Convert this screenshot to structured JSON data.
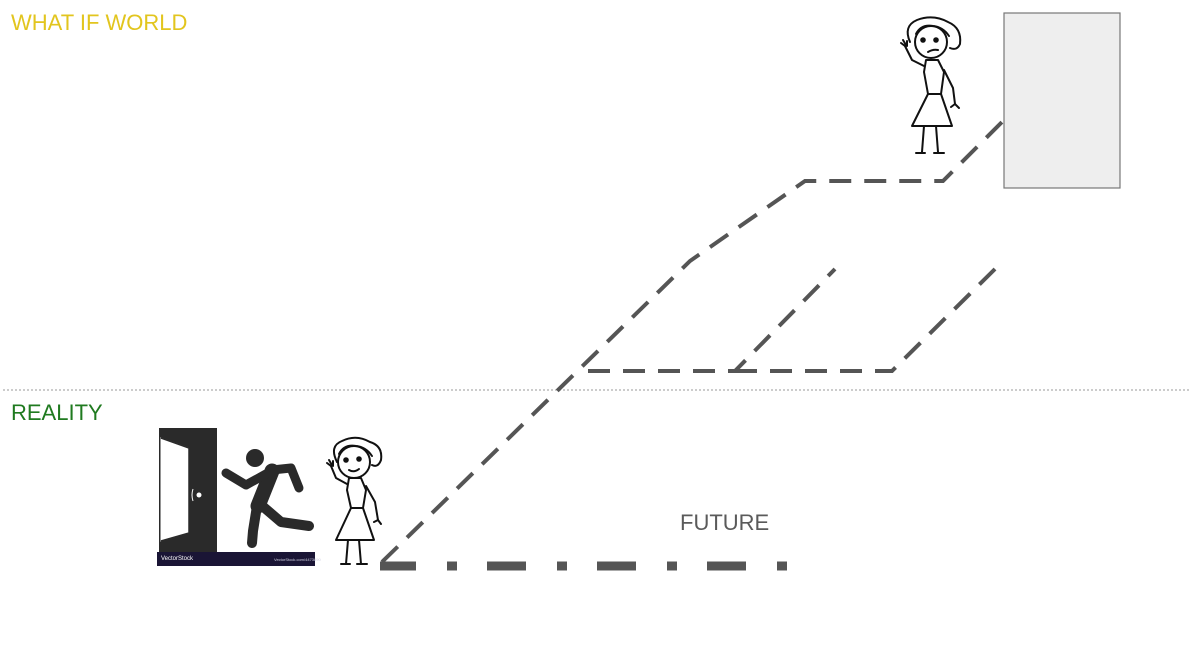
{
  "labels": {
    "what_if_world": "WHAT IF WORLD",
    "reality": "REALITY",
    "future": "FUTURE"
  },
  "watermark": {
    "brand": "VectorStock",
    "url": "VectorStock.com/4473890"
  },
  "colors": {
    "what_if": "#e2c51e",
    "reality": "#1f7a1f",
    "future": "#5a5a5a",
    "path": "#555555",
    "divider": "#9a9a9a",
    "panel_fill": "#eeeeee",
    "panel_stroke": "#777777",
    "figure": "#2a2a2a"
  },
  "icons": [
    "door-icon",
    "running-person-icon",
    "waving-girl-icon",
    "waving-girl-icon"
  ]
}
